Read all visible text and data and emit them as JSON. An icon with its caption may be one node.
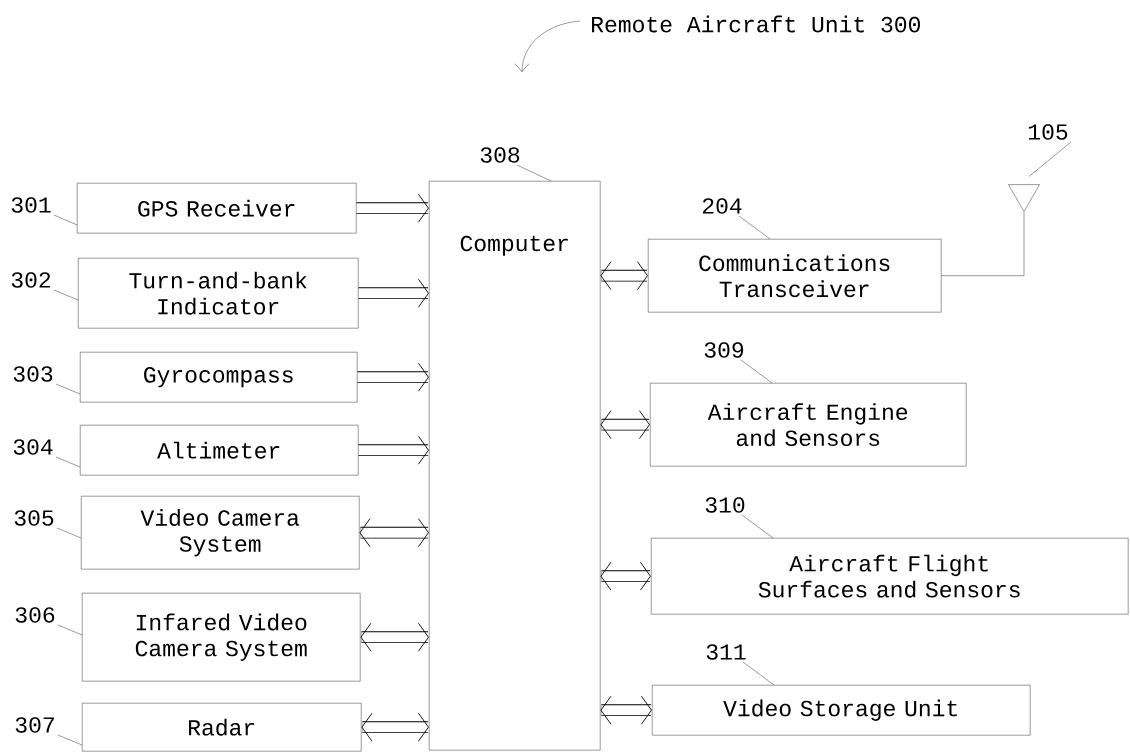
{
  "diagram": {
    "title": "Remote Aircraft Unit 300",
    "nodes": [
      {
        "text": [
          "Computer"
        ]
      },
      {
        "text": [
          "GPS Receiver"
        ]
      },
      {
        "text": [
          "Turn-and-bank Indicator"
        ]
      },
      {
        "text": [
          "Gyrocompass"
        ]
      },
      {
        "text": [
          "Altimeter"
        ]
      },
      {
        "text": [
          "Video Camera System"
        ]
      },
      {
        "text": [
          "Infared Video Camera System"
        ]
      },
      {
        "text": [
          "Radar"
        ]
      },
      {
        "text": [
          "Communications Transceiver"
        ]
      },
      {
        "text": [
          "Aircraft Engine and Sensors"
        ]
      },
      {
        "text": [
          "Aircraft Flight Surfaces and Sensors"
        ]
      },
      {
        "text": [
          "Video Storage Unit"
        ]
      },
      {
        "text": [],
        "shape": "triangle"
      },
      {
        "text": [
          "308"
        ]
      },
      {
        "text": [
          "301"
        ]
      },
      {
        "text": [
          "302"
        ]
      },
      {
        "text": [
          "303"
        ]
      },
      {
        "text": [
          "304"
        ]
      },
      {
        "text": [
          "305"
        ]
      },
      {
        "text": [
          "306"
        ]
      },
      {
        "text": [
          "307"
        ]
      },
      {
        "text": [
          "204"
        ]
      },
      {
        "text": [
          "309"
        ]
      },
      {
        "text": [
          "310"
        ]
      },
      {
        "text": [
          "311"
        ]
      },
      {
        "text": [
          "105"
        ]
      }
    ],
    "edges": [
      {
        "from": 1,
        "to": 0,
        "arrow": "to",
        "style": "thick"
      },
      {
        "from": 2,
        "to": 0,
        "arrow": "to",
        "style": "thick"
      },
      {
        "from": 3,
        "to": 0,
        "arrow": "to",
        "style": "thick"
      },
      {
        "from": 4,
        "to": 0,
        "arrow": "to",
        "style": "thick"
      },
      {
        "from": 5,
        "to": 0,
        "arrow": "both",
        "style": "thick"
      },
      {
        "from": 6,
        "to": 0,
        "arrow": "both",
        "style": "thick"
      },
      {
        "from": 7,
        "to": 0,
        "arrow": "both",
        "style": "thick"
      },
      {
        "from": 0,
        "to": 8,
        "arrow": "both",
        "style": "thick"
      },
      {
        "from": 0,
        "to": 9,
        "arrow": "both",
        "style": "thick"
      },
      {
        "from": 0,
        "to": 10,
        "arrow": "both",
        "style": "thick"
      },
      {
        "from": 0,
        "to": 11,
        "arrow": "both",
        "style": "thick"
      },
      {
        "from": 8,
        "to": 12,
        "arrow": "none"
      },
      {
        "from": 13,
        "to": 0,
        "arrow": "none"
      },
      {
        "from": 14,
        "to": 1,
        "arrow": "none"
      },
      {
        "from": 15,
        "to": 2,
        "arrow": "none"
      },
      {
        "from": 16,
        "to": 3,
        "arrow": "none"
      },
      {
        "from": 17,
        "to": 4,
        "arrow": "none"
      },
      {
        "from": 18,
        "to": 5,
        "arrow": "none"
      },
      {
        "from": 19,
        "to": 6,
        "arrow": "none"
      },
      {
        "from": 20,
        "to": 7,
        "arrow": "none"
      },
      {
        "from": 21,
        "to": 8,
        "arrow": "none"
      },
      {
        "from": 22,
        "to": 9,
        "arrow": "none"
      },
      {
        "from": 23,
        "to": 10,
        "arrow": "none"
      },
      {
        "from": 24,
        "to": 11,
        "arrow": "none"
      },
      {
        "from": 25,
        "to": 12,
        "arrow": "none"
      }
    ]
  }
}
